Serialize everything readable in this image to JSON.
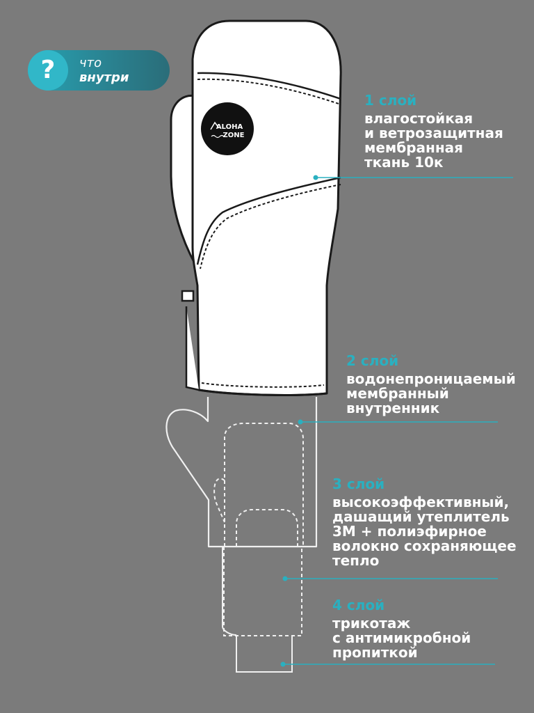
{
  "badge": {
    "icon_char": "?",
    "icon_name": "question-icon",
    "line1": "что",
    "line2": "внутри"
  },
  "logo": {
    "line1": "ALOHA",
    "line2": "ZONE"
  },
  "layers": [
    {
      "title": "1 слой",
      "lines": [
        "влагостойкая",
        "и ветрозащитная",
        "мембранная",
        "ткань 10к"
      ]
    },
    {
      "title": "2 слой",
      "lines": [
        "водонепроницаемый",
        "мембранный",
        "внутренник"
      ]
    },
    {
      "title": "3 слой",
      "lines": [
        "высокоэффективный,",
        "дашащий утеплитель",
        "3М + полиэфирное",
        "волокно сохраняющее",
        "тепло"
      ]
    },
    {
      "title": "4 слой",
      "lines": [
        "трикотаж",
        "с антимикробной",
        "пропиткой"
      ]
    }
  ],
  "colors": {
    "background": "#7b7b7b",
    "accent": "#2ab0c0",
    "text": "#ffffff",
    "outline": "#1a1a1a"
  }
}
